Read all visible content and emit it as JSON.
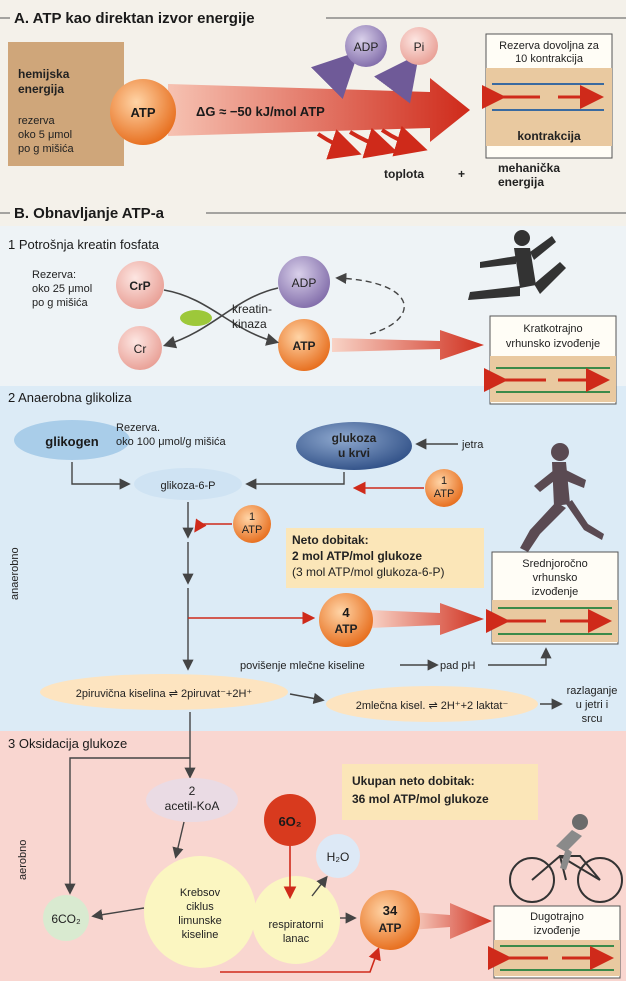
{
  "section_a": {
    "title": "A. ATP kao direktan izvor energije",
    "chem_energy_line1": "hemijska",
    "chem_energy_line2": "energija",
    "reserve_line1": "rezerva",
    "reserve_line2": "oko 5 μmol",
    "reserve_line3": "po g mišića",
    "atp": "ATP",
    "delta_g": "ΔG ≈ −50 kJ/mol ATP",
    "adp": "ADP",
    "pi": "Pi",
    "heat": "toplota",
    "plus": "+",
    "mech_line1": "mehanička",
    "mech_line2": "energija",
    "box_top_line1": "Rezerva dovoljna za",
    "box_top_line2": "10 kontrakcija",
    "box_contraction": "kontrakcija"
  },
  "section_b": {
    "title": "B. Obnavljanje ATP-a",
    "step1": {
      "title": "1  Potrošnja kreatin fosfata",
      "reserve_line1": "Rezerva:",
      "reserve_line2": "oko 25  μmol",
      "reserve_line3": "po g mišića",
      "crp": "CrP",
      "cr": "Cr",
      "adp": "ADP",
      "atp": "ATP",
      "enzyme_line1": "kreatin-",
      "enzyme_line2": "kinaza",
      "result_line1": "Kratkotrajno",
      "result_line2": "vrhunsko izvođenje"
    },
    "step2": {
      "title": "2  Anaerobna glikoliza",
      "glycogen": "glikogen",
      "reserve_line1": "Rezerva.",
      "reserve_line2": "oko 100 μmol/g mišića",
      "blood_glucose_line1": "glukoza",
      "blood_glucose_line2": "u krvi",
      "liver": "jetra",
      "one": "1",
      "atp": "ATP",
      "g6p": "glikoza-6-P",
      "net_line1": "Neto dobitak:",
      "net_line2": "2 mol ATP/mol glukoze",
      "net_line3": "(3 mol ATP/mol glukoza-6-P)",
      "four": "4",
      "side_label": "anaerobno",
      "lactic_rise": "povišenje mlečne kiseline",
      "ph_drop": "pad pH",
      "pyruvic": "2piruvična kiselina ⇌ 2piruvat⁻+2H⁺",
      "lactic": "2mlečna kisel. ⇌ 2H⁺+2 laktat⁻",
      "breakdown_line1": "razlaganje",
      "breakdown_line2": "u jetri i",
      "breakdown_line3": "srcu",
      "result_line1": "Srednjoročno",
      "result_line2": "vrhunsko",
      "result_line3": "izvođenje"
    },
    "step3": {
      "title": "3  Oksidacija glukoze",
      "acetyl_line1": "2",
      "acetyl_line2": "acetil-KoA",
      "o2": "6O₂",
      "h2o": "H₂O",
      "co2": "6CO₂",
      "krebs_line1": "Krebsov",
      "krebs_line2": "ciklus",
      "krebs_line3": "limunske",
      "krebs_line4": "kiseline",
      "resp_line1": "respiratorni",
      "resp_line2": "lanac",
      "atp34_line1": "34",
      "atp34_line2": "ATP",
      "total_line1": "Ukupan neto dobitak:",
      "total_line2": "36 mol ATP/mol glukoze",
      "side_label": "aerobno",
      "result_line1": "Dugotrajno",
      "result_line2": "izvođenje"
    }
  },
  "colors": {
    "atp_orange": "#ee7a2c",
    "adp_purple": "#8f7bb4",
    "pi_pink": "#f0b2a9",
    "arrow_red": "#cf2a1a",
    "glucose_blue": "#3c5f96",
    "anaerobic_bg": "#dcebf6",
    "aerobic_bg": "#f9d6d0",
    "box_tan": "#d3a97b",
    "krebs_yellow": "#fbf6c1"
  }
}
